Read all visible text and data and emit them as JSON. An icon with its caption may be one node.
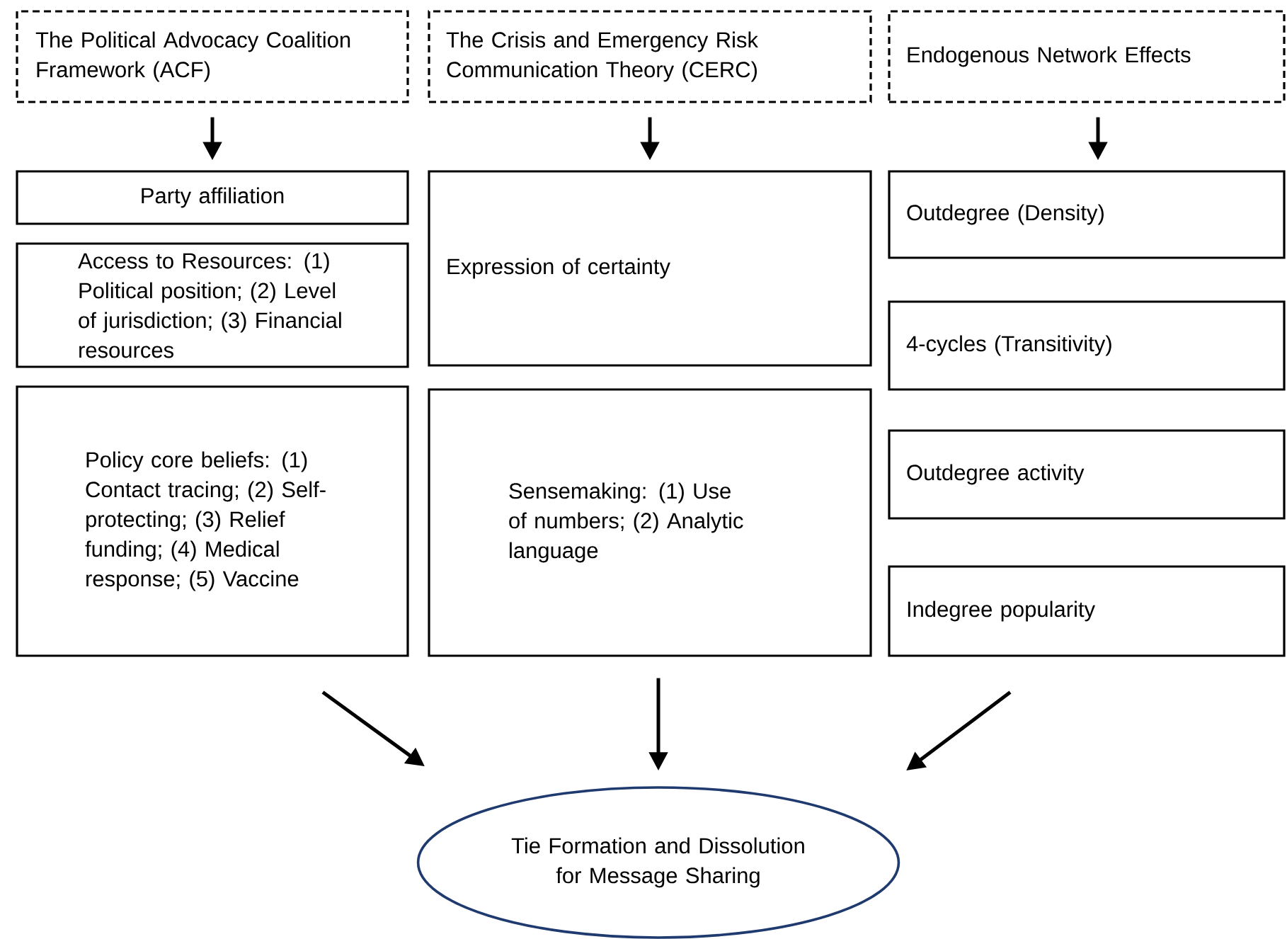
{
  "diagram": {
    "nodes": [
      {
        "text": [
          "The Political Advocacy Coalition Framework (ACF)"
        ]
      },
      {
        "text": [
          "The Crisis and Emergency Risk Communication Theory (CERC)"
        ]
      },
      {
        "text": [
          "Endogenous Network Effects"
        ]
      },
      {
        "text": [
          "Party affiliation"
        ]
      },
      {
        "text": [
          "Access to Resources: (1) Political position; (2) Level of jurisdiction; (3) Financial resources"
        ]
      },
      {
        "text": [
          "Policy core beliefs: (1) Contact tracing; (2) Self-protecting; (3) Relief funding; (4) Medical response; (5) Vaccine"
        ]
      },
      {
        "text": [
          "Expression of certainty"
        ]
      },
      {
        "text": [
          "Sensemaking: (1) Use of numbers; (2) Analytic language"
        ]
      },
      {
        "text": [
          "Outdegree (Density)"
        ]
      },
      {
        "text": [
          "4-cycles (Transitivity)"
        ]
      },
      {
        "text": [
          "Outdegree activity"
        ]
      },
      {
        "text": [
          "Indegree popularity"
        ]
      },
      {
        "text": [
          "Tie Formation and Dissolution for Message Sharing"
        ]
      }
    ],
    "edges": [
      {
        "from": 0,
        "to": 3,
        "arrow": "to"
      },
      {
        "from": 1,
        "to": 6,
        "arrow": "to"
      },
      {
        "from": 2,
        "to": 8,
        "arrow": "to"
      },
      {
        "from": 5,
        "to": 12,
        "arrow": "to"
      },
      {
        "from": 7,
        "to": 12,
        "arrow": "to"
      },
      {
        "from": 11,
        "to": 12,
        "arrow": "to"
      }
    ]
  }
}
